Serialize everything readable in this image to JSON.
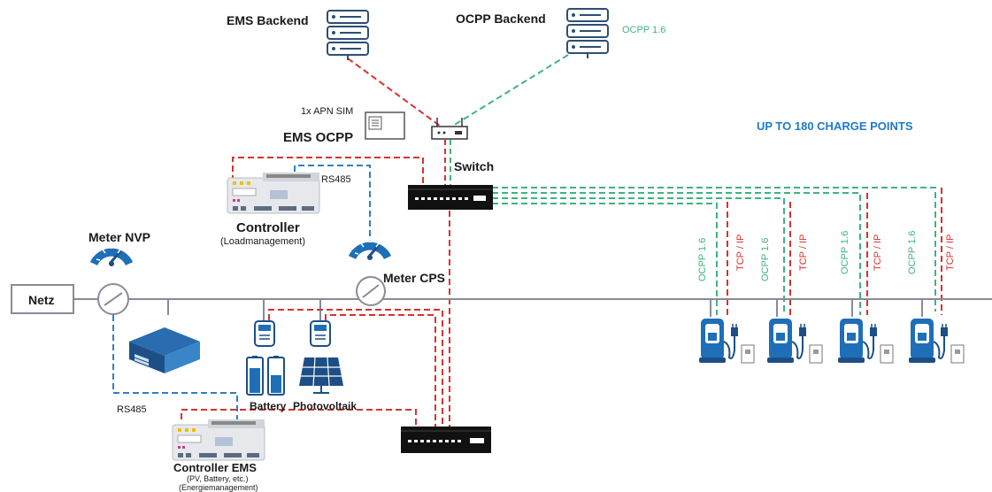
{
  "colors": {
    "red": "#d8322e",
    "green": "#3fb37f",
    "blue": "#2f7fc1",
    "navy": "#1d4f86",
    "grid_line": "#8a8a9a",
    "accent_blue": "#1e7bc6"
  },
  "labels": {
    "ems_backend": "EMS Backend",
    "ocpp_backend": "OCPP Backend",
    "ocpp_version": "OCPP 1.6",
    "apn_sim": "1x APN SIM",
    "ems_ocpp": "EMS OCPP",
    "switch": "Switch",
    "rs485_top": "RS485",
    "controller": "Controller",
    "controller_sub": "(Loadmanagement)",
    "meter_nvp": "Meter NVP",
    "meter_cps": "Meter CPS",
    "netz": "Netz",
    "rs485_bottom": "RS485",
    "battery": "Battery",
    "photovoltaik": "Photovoltaik",
    "controller_ems": "Controller EMS",
    "controller_ems_sub1": "(PV, Battery, etc.)",
    "controller_ems_sub2": "(Energiemanagement)",
    "charge_points": "UP TO 180 CHARGE POINTS"
  },
  "charge_point_links": [
    {
      "ocpp": "OCPP 1.6",
      "tcp": "TCP / IP"
    },
    {
      "ocpp": "OCPP 1.6",
      "tcp": "TCP / IP"
    },
    {
      "ocpp": "OCPP 1.6",
      "tcp": "TCP / IP"
    },
    {
      "ocpp": "OCPP 1.6",
      "tcp": "TCP / IP"
    }
  ],
  "icons": {
    "server": "server-icon",
    "router": "router-icon",
    "switch": "network-switch-icon",
    "meter": "meter-gauge-icon",
    "building": "building-icon",
    "battery": "battery-icon",
    "solar": "solar-panel-icon",
    "charger": "ev-charger-icon",
    "controller": "controller-din-icon",
    "sim": "sim-modem-icon"
  }
}
